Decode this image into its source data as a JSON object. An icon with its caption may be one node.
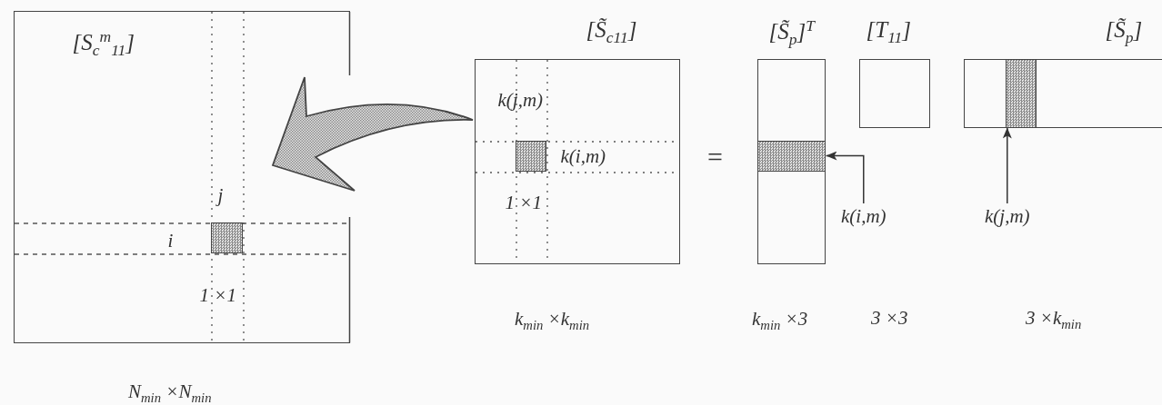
{
  "diagram": {
    "nodes": [
      {
        "text": [
          "[S$_{c}$$^{m}$$_{11}$]",
          "j",
          "i",
          "1 ×1"
        ],
        "beside": [
          "N$_{min}$ ×N$_{min}$"
        ]
      },
      {
        "text": [],
        "shape": "box",
        "in": 0
      },
      {
        "text": [
          "[S̃$_{c11}$]",
          "k(j,m)",
          "k(i,m)",
          "1 ×1"
        ],
        "beside": [
          "k$_{min}$ ×k$_{min}$"
        ]
      },
      {
        "text": [],
        "shape": "box",
        "in": 2
      },
      {
        "text": [
          "[S̃$_{p}$]$^{T}$"
        ],
        "beside": [
          "k$_{min}$ ×3"
        ]
      },
      {
        "text": [],
        "shape": "box",
        "in": 4
      },
      {
        "text": [
          "[T$_{11}$]"
        ]
      },
      {
        "text": [
          "[S̃$_{p}$]"
        ]
      },
      {
        "text": [],
        "shape": "box",
        "in": 7
      },
      {
        "text": [
          "k(i,m)"
        ]
      },
      {
        "text": [
          "k(j,m)"
        ]
      }
    ],
    "edges": [
      {
        "from": 2,
        "to": 0,
        "arrow": "to",
        "style": "thick"
      },
      {
        "from": 9,
        "to": 5,
        "arrow": "to"
      },
      {
        "from": 10,
        "to": 8,
        "arrow": "to"
      }
    ],
    "labels": [
      "=",
      "3 ×3",
      "3 ×k$_{min}$"
    ]
  }
}
